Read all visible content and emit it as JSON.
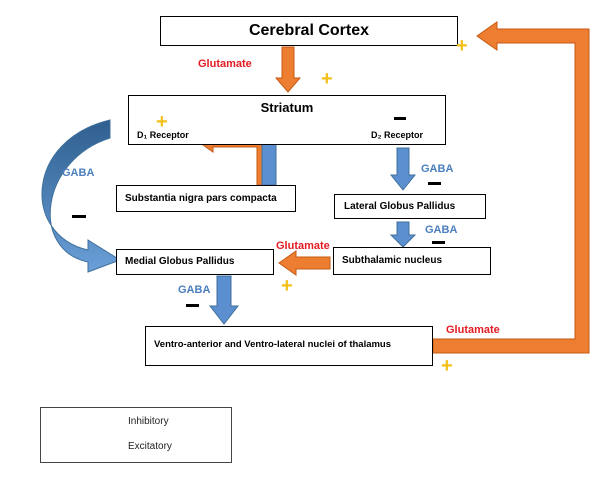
{
  "colors": {
    "inhibitory": "#5b8fd0",
    "inhibitory_dark": "#41719c",
    "excitatory": "#ed7d31",
    "excitatory_dark": "#c55a11",
    "plus": "#f2c018",
    "glutamate_text": "#e31b23",
    "gaba_text": "#4a7fbf"
  },
  "nodes": {
    "cortex": "Cerebral Cortex",
    "striatum": "Striatum",
    "d1": "D₁ Receptor",
    "d2": "D₂ Receptor",
    "snpc": "Substantia nigra pars compacta",
    "lgp": "Lateral Globus Pallidus",
    "mgp": "Medial Globus Pallidus",
    "stn": "Subthalamic nucleus",
    "thalamus": "Ventro-anterior and Ventro-lateral nuclei of thalamus"
  },
  "labels": {
    "glutamate_cortex": "Glutamate",
    "glutamate_stn": "Glutamate",
    "glutamate_thal": "Glutamate",
    "gaba_direct": "GABA",
    "gaba_d2_lgp": "GABA",
    "gaba_lgp_stn": "GABA",
    "gaba_mgp_thal": "GABA"
  },
  "signs": {
    "plus": "+",
    "minus": "−"
  },
  "legend": {
    "inhibitory": "Inhibitory",
    "excitatory": "Excitatory"
  }
}
